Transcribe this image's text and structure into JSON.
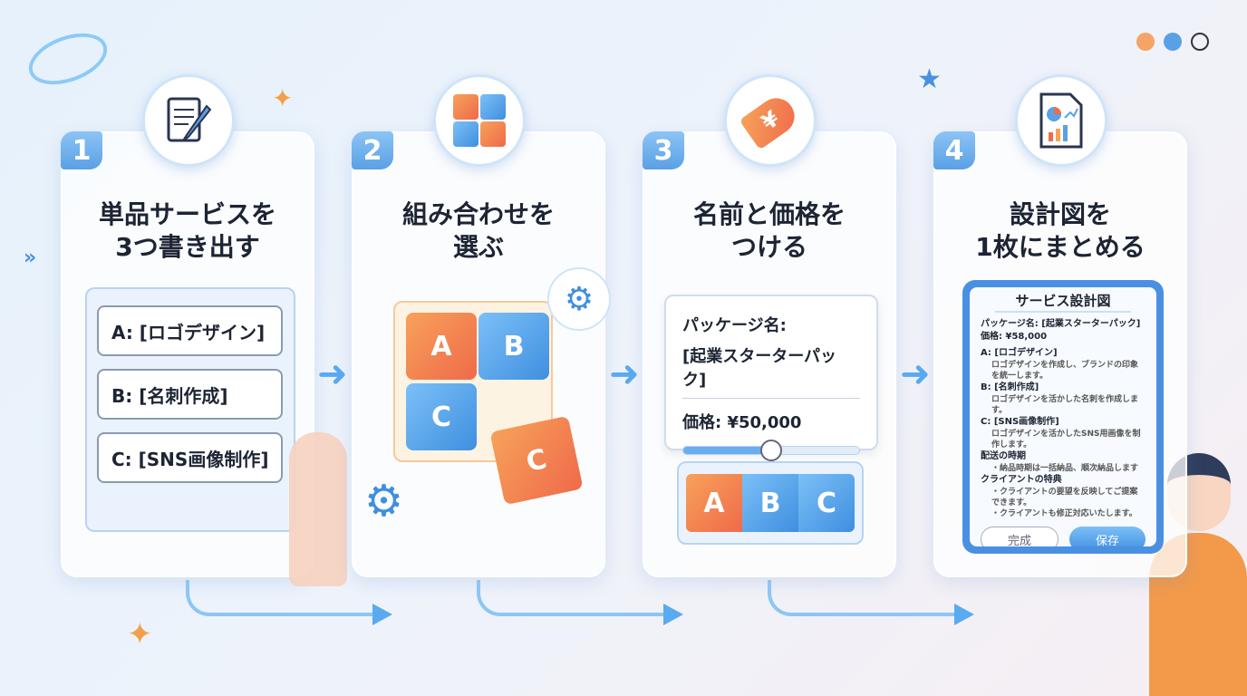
{
  "steps": [
    {
      "number": "1",
      "title_line1": "単品サービスを",
      "title_line2": "3つ書き出す",
      "icon": "notepad-pencil-icon",
      "items": [
        "A: [ロゴデザイン]",
        "B: [名刺作成]",
        "C: [SNS画像制作]"
      ]
    },
    {
      "number": "2",
      "title_line1": "組み合わせを",
      "title_line2": "選ぶ",
      "icon": "puzzle-icon",
      "pieces": [
        "A",
        "B",
        "C",
        "C"
      ]
    },
    {
      "number": "3",
      "title_line1": "名前と価格を",
      "title_line2": "つける",
      "icon": "price-tag-yen-icon",
      "package_label": "パッケージ名:",
      "package_name": "[起業スターターパック]",
      "price": "価格: ¥50,000",
      "slider_value": 0.5,
      "pieces": [
        "A",
        "B",
        "C"
      ]
    },
    {
      "number": "4",
      "title_line1": "設計図を",
      "title_line2": "1枚にまとめる",
      "icon": "document-chart-icon",
      "doc": {
        "heading": "サービス設計図",
        "package": "パッケージ名: [起業スターターパック]",
        "price": "価格: ¥58,000",
        "sections": [
          {
            "title": "A: [ロゴデザイン]",
            "desc": "ロゴデザインを作成し、ブランドの印象を統一します。"
          },
          {
            "title": "B: [名刺作成]",
            "desc": "ロゴデザインを活かした名刺を作成します。"
          },
          {
            "title": "C: [SNS画像制作]",
            "desc": "ロゴデザインを活かしたSNS用画像を制作します。"
          },
          {
            "title": "配送の時期",
            "desc": "・納品時期は一括納品、順次納品します"
          },
          {
            "title": "クライアントの特典",
            "desc": "・クライアントの要望を反映してご提案できます。"
          }
        ],
        "extra_line": "・クライアントも修正対応いたします。",
        "done_button": "完成",
        "save_button": "保存"
      }
    }
  ],
  "colors": {
    "accent": "#5aa0e6",
    "orange": "#ef6a4a"
  }
}
